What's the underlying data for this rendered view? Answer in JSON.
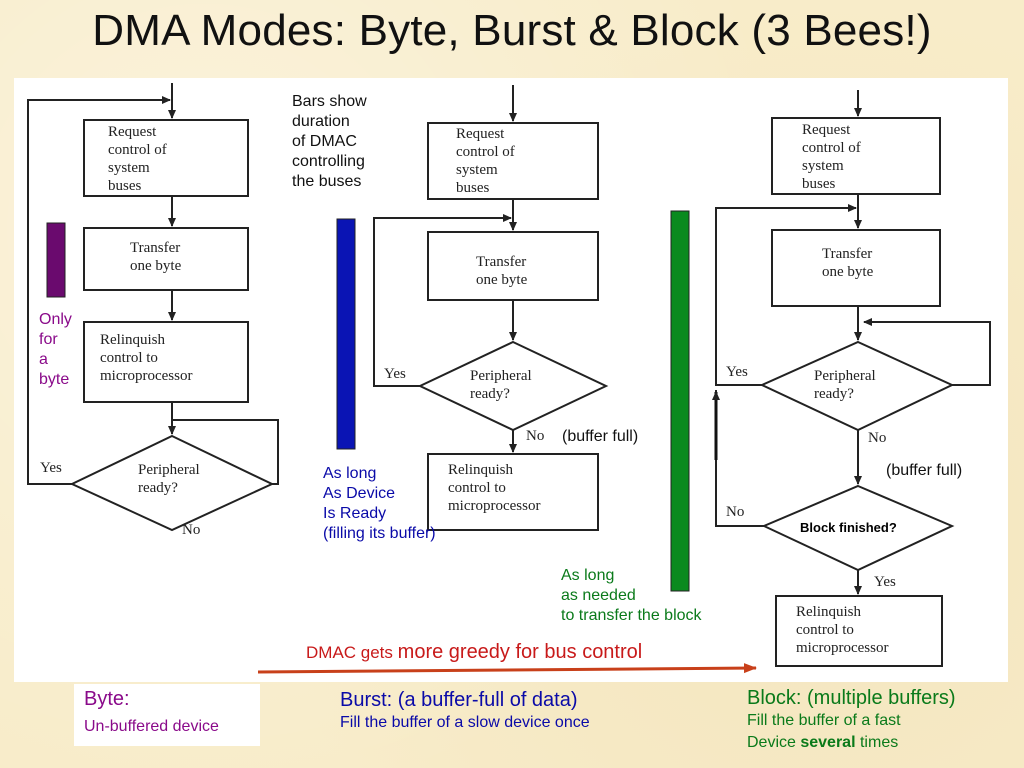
{
  "title": "DMA Modes: Byte, Burst & Block (3 Bees!)",
  "flowchart": {
    "request": "Request\ncontrol of\nsystem\nbuses",
    "transfer": "Transfer\none byte",
    "relinquish": "Relinquish\ncontrol to\nmicroprocessor",
    "peripheral": "Peripheral\nready?",
    "block_finished": "Block finished?",
    "yes": "Yes",
    "no": "No"
  },
  "annotations": {
    "bars_show": "Bars show\nduration\nof DMAC\ncontrolling\nthe buses",
    "only_for_byte": "Only\nfor\na\nbyte",
    "as_long_device": "As long\nAs Device\nIs Ready\n(filling its buffer)",
    "buffer_full_1": "(buffer full)",
    "buffer_full_2": "(buffer full)",
    "as_long_needed": "As long\nas needed\nto transfer the block",
    "dmac_gets": "DMAC gets",
    "more_greedy": "more greedy for bus control"
  },
  "modes": {
    "byte_title": "Byte:",
    "byte_desc": "Un-buffered device",
    "burst_title": "Burst: (a buffer-full of data)",
    "burst_desc": "Fill the buffer of a slow device once",
    "block_title": "Block: (multiple buffers)",
    "block_desc_1": "Fill the buffer of a fast",
    "block_desc_2a": "Device",
    "block_desc_2b": "several",
    "block_desc_2c": "times"
  },
  "colors": {
    "byte_bar": "#6a0a6e",
    "burst_bar": "#0a14b4",
    "block_bar": "#0a8a1e",
    "byte_text": "#8a0a8a",
    "burst_text": "#0a0aa8",
    "block_text": "#0a7a1a",
    "arrow": "#c8401a",
    "dmac_text": "#c81a1a"
  }
}
